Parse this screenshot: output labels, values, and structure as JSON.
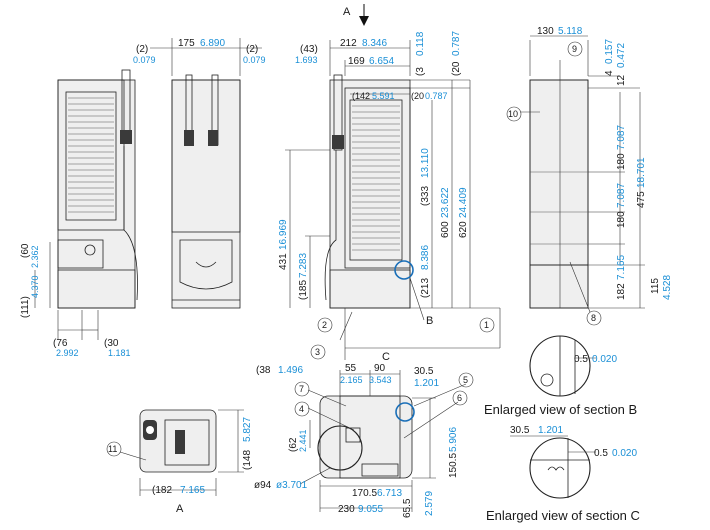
{
  "section_letters": {
    "a": "A",
    "b": "B",
    "c": "C"
  },
  "callouts": [
    "1",
    "2",
    "3",
    "4",
    "5",
    "6",
    "7",
    "8",
    "9",
    "10",
    "11"
  ],
  "captions": {
    "section_b": "Enlarged view of section B",
    "section_c": "Enlarged view of section C"
  },
  "dimensions": {
    "side_a_2": {
      "mm": "2",
      "in": "0.079"
    },
    "front_175": {
      "mm": "175",
      "in": "6.890"
    },
    "side_b_2": {
      "mm": "2",
      "in": "0.079"
    },
    "side_43": {
      "mm": "43",
      "in": "1.693"
    },
    "w212": {
      "mm": "212",
      "in": "8.346"
    },
    "w169": {
      "mm": "169",
      "in": "6.654"
    },
    "w142": {
      "mm": "142",
      "in": "5.591"
    },
    "d20a": {
      "mm": "20",
      "in": "0.787"
    },
    "d3": {
      "mm": "3",
      "in": "0.118"
    },
    "d20b": {
      "mm": "20",
      "in": "0.787"
    },
    "h333": {
      "mm": "333",
      "in": "13.110"
    },
    "h600": {
      "mm": "600",
      "in": "23.622"
    },
    "h620": {
      "mm": "620",
      "in": "24.409"
    },
    "h431": {
      "mm": "431",
      "in": "16.969"
    },
    "h185": {
      "mm": "185",
      "in": "7.283"
    },
    "h213": {
      "mm": "213",
      "in": "8.386"
    },
    "h111": {
      "mm": "111",
      "in": "4.370"
    },
    "h60": {
      "mm": "60",
      "in": "2.362"
    },
    "w76": {
      "mm": "76",
      "in": "2.992"
    },
    "w30": {
      "mm": "30",
      "in": "1.181"
    },
    "w130": {
      "mm": "130",
      "in": "5.118"
    },
    "d4": {
      "mm": "4",
      "in": "0.157"
    },
    "d12": {
      "mm": "12",
      "in": "0.472"
    },
    "h180a": {
      "mm": "180",
      "in": "7.087"
    },
    "h180b": {
      "mm": "180",
      "in": "7.087"
    },
    "h182a": {
      "mm": "182",
      "in": "7.165"
    },
    "h475": {
      "mm": "475",
      "in": "18.701"
    },
    "h115": {
      "mm": "115",
      "in": "4.528"
    },
    "w55": {
      "mm": "55",
      "in": "2.165"
    },
    "w90": {
      "mm": "90",
      "in": "3.543"
    },
    "w38": {
      "mm": "38",
      "in": "1.496"
    },
    "w30_5": {
      "mm": "30.5",
      "in": "1.201"
    },
    "h62": {
      "mm": "62",
      "in": "2.441"
    },
    "h150_5": {
      "mm": "150.5",
      "in": "5.906"
    },
    "dia94": {
      "mm": "ø94",
      "in": "ø3.701"
    },
    "w170_5": {
      "mm": "170.5",
      "in": "6.713"
    },
    "w230": {
      "mm": "230",
      "in": "9.055"
    },
    "h65_5": {
      "mm": "65.5",
      "in": "2.579"
    },
    "h148": {
      "mm": "148",
      "in": "5.827"
    },
    "w182b": {
      "mm": "182",
      "in": "7.165"
    },
    "b_0_5": {
      "mm": "0.5",
      "in": "0.020"
    },
    "c_30_5": {
      "mm": "30.5",
      "in": "1.201"
    },
    "c_0_5": {
      "mm": "0.5",
      "in": "0.020"
    }
  },
  "colors": {
    "metric": "#1a1a1a",
    "imperial": "#1a8fd6",
    "highlight": "#1a6fb8"
  }
}
